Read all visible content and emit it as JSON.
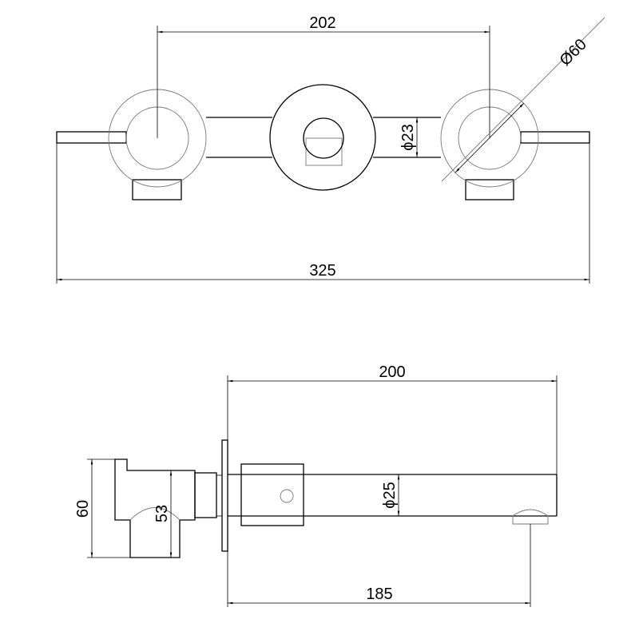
{
  "front_view": {
    "dim_handle_spacing": "202",
    "dim_overall_width": "325",
    "dim_escutcheon_diameter": "Ø60",
    "dim_connector_diameter": "ϕ23"
  },
  "side_view": {
    "dim_spout_length": "200",
    "dim_spout_diameter": "ϕ25",
    "dim_body_height": "60",
    "dim_body_inner_height": "53",
    "dim_outlet_reach": "185"
  },
  "colors": {
    "line": "#000000",
    "background": "#ffffff"
  }
}
